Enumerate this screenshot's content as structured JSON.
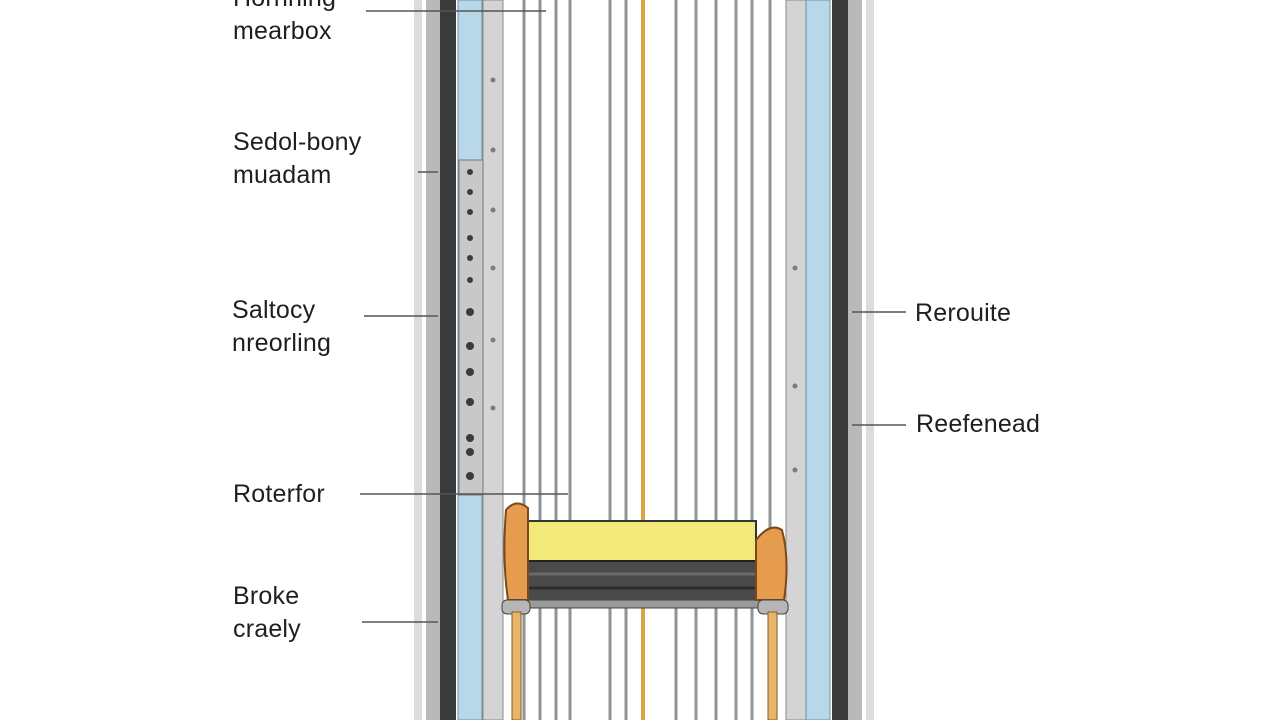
{
  "diagram": {
    "colors": {
      "background": "#ffffff",
      "frame_dark": "#3a3a3a",
      "frame_gray": "#b9b9b9",
      "panel_light": "#d4d4d4",
      "channel_blue": "#b8d8ea",
      "cable_gray": "#8f9497",
      "cable_gold": "#d9a441",
      "car_yellow": "#f1ea7a",
      "car_dark": "#4a4a4a",
      "clamp_orange": "#e59c4e",
      "leader_line": "#555555"
    },
    "labels_left": [
      {
        "lines": [
          "Hornhing",
          "mearbox"
        ]
      },
      {
        "lines": [
          "Sedol-bony",
          "muadam"
        ]
      },
      {
        "lines": [
          "Saltocy",
          "nreorling"
        ]
      },
      {
        "lines": [
          "Roterfor"
        ]
      },
      {
        "lines": [
          "Broke",
          "craely"
        ]
      }
    ],
    "labels_right": [
      {
        "lines": [
          "Rerouite"
        ]
      },
      {
        "lines": [
          "Reefenead"
        ]
      }
    ]
  }
}
